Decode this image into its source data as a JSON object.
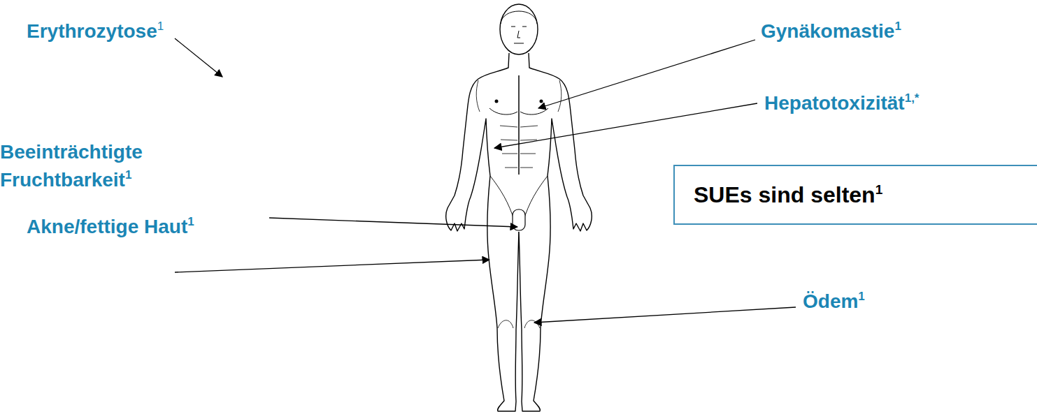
{
  "diagram": {
    "nodes": [
      {
        "text": [
          "SUEs sind selten",
          "1"
        ]
      }
    ],
    "labels": [
      "Erythrozytose",
      "1",
      "Gynäkomastie",
      "1",
      "Hepatotoxizität",
      "1,*",
      "Beeinträchtigte Fruchtbarkeit",
      "1",
      "Akne/fettige Haut",
      "1",
      "Ödem",
      "1"
    ]
  }
}
